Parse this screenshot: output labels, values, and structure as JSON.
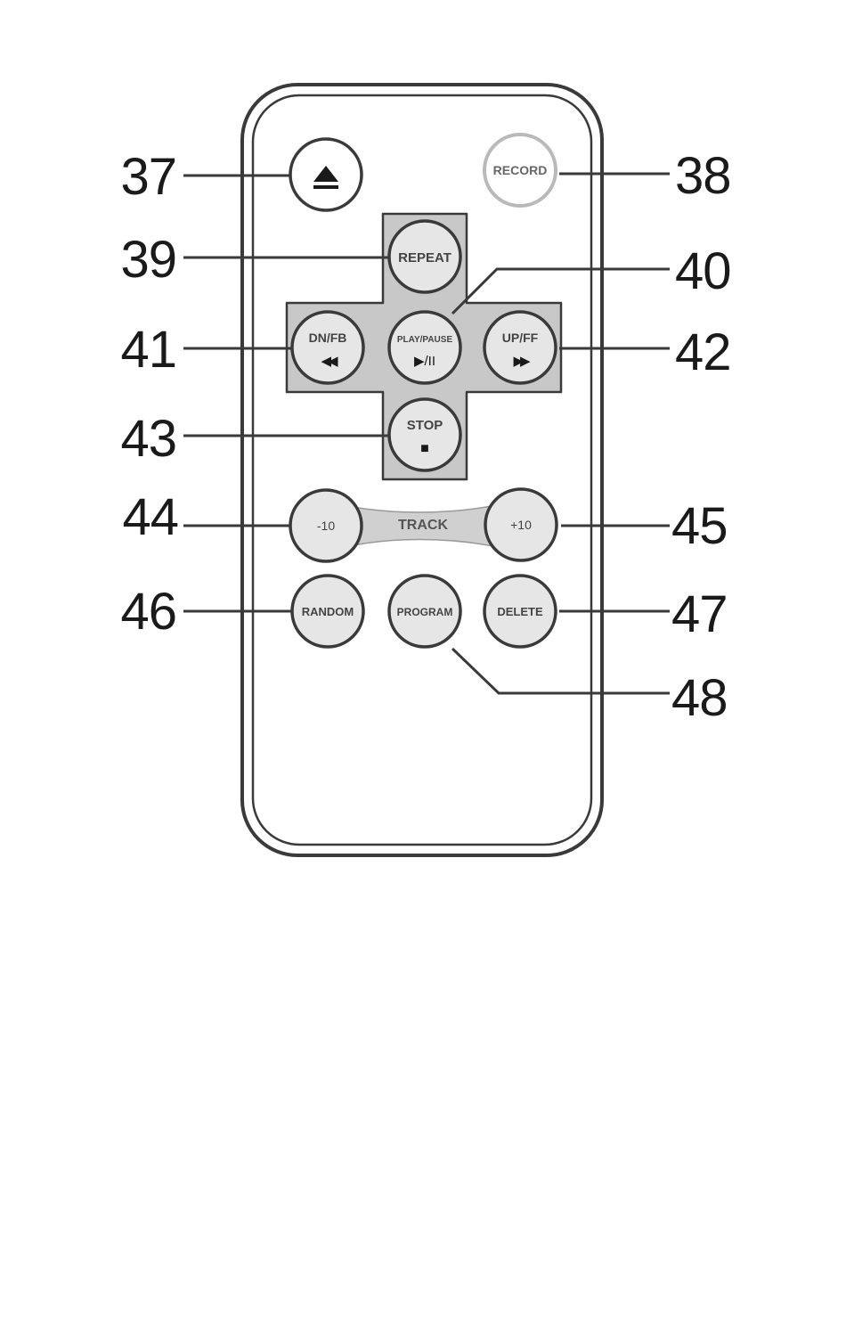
{
  "colors": {
    "outline": "#3a3a3a",
    "button_fill": "#e6e6e6",
    "pad_fill": "#c8c8c8",
    "record_ring": "#b9b9b9",
    "text": "#1a1a1a",
    "label_text": "#444444"
  },
  "buttons": {
    "eject_icon": "eject-icon",
    "record": "RECORD",
    "repeat": "REPEAT",
    "play_pause": "PLAY/PAUSE",
    "play_pause_icon": "▶/II",
    "dn_fb": "DN/FB",
    "dn_fb_icon": "◀◀",
    "up_ff": "UP/FF",
    "up_ff_icon": "▶▶",
    "stop": "STOP",
    "stop_icon": "■",
    "minus10": "-10",
    "track": "TRACK",
    "plus10": "+10",
    "random": "RANDOM",
    "program": "PROGRAM",
    "delete": "DELETE"
  },
  "callouts": {
    "c37": "37",
    "c38": "38",
    "c39": "39",
    "c40": "40",
    "c41": "41",
    "c42": "42",
    "c43": "43",
    "c44": "44",
    "c45": "45",
    "c46": "46",
    "c47": "47",
    "c48": "48"
  }
}
